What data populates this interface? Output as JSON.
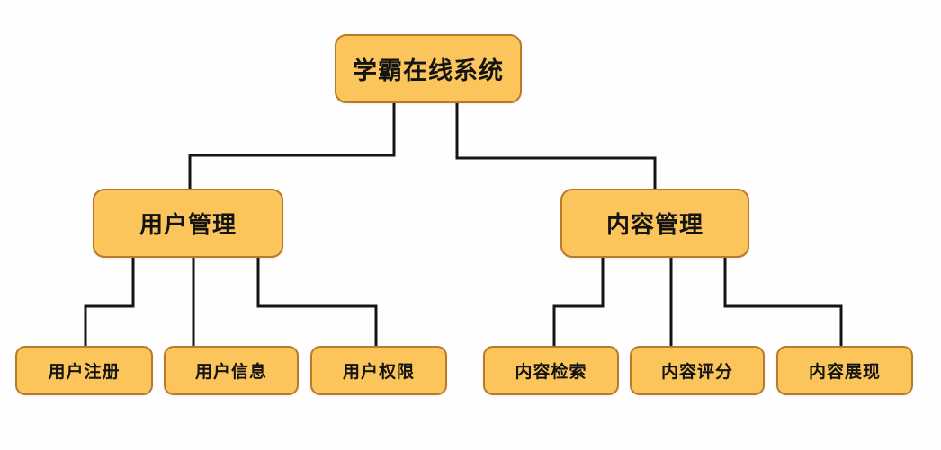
{
  "diagram": {
    "root": {
      "label": "学霸在线系统"
    },
    "branches": [
      {
        "label": "用户管理",
        "children": [
          {
            "label": "用户注册"
          },
          {
            "label": "用户信息"
          },
          {
            "label": "用户权限"
          }
        ]
      },
      {
        "label": "内容管理",
        "children": [
          {
            "label": "内容检索"
          },
          {
            "label": "内容评分"
          },
          {
            "label": "内容展现"
          }
        ]
      }
    ],
    "colors": {
      "node_fill": "#FBC55C",
      "node_border": "#B97A2A",
      "connector": "#151515",
      "text": "#141414",
      "background": "#FEFEFE"
    }
  }
}
